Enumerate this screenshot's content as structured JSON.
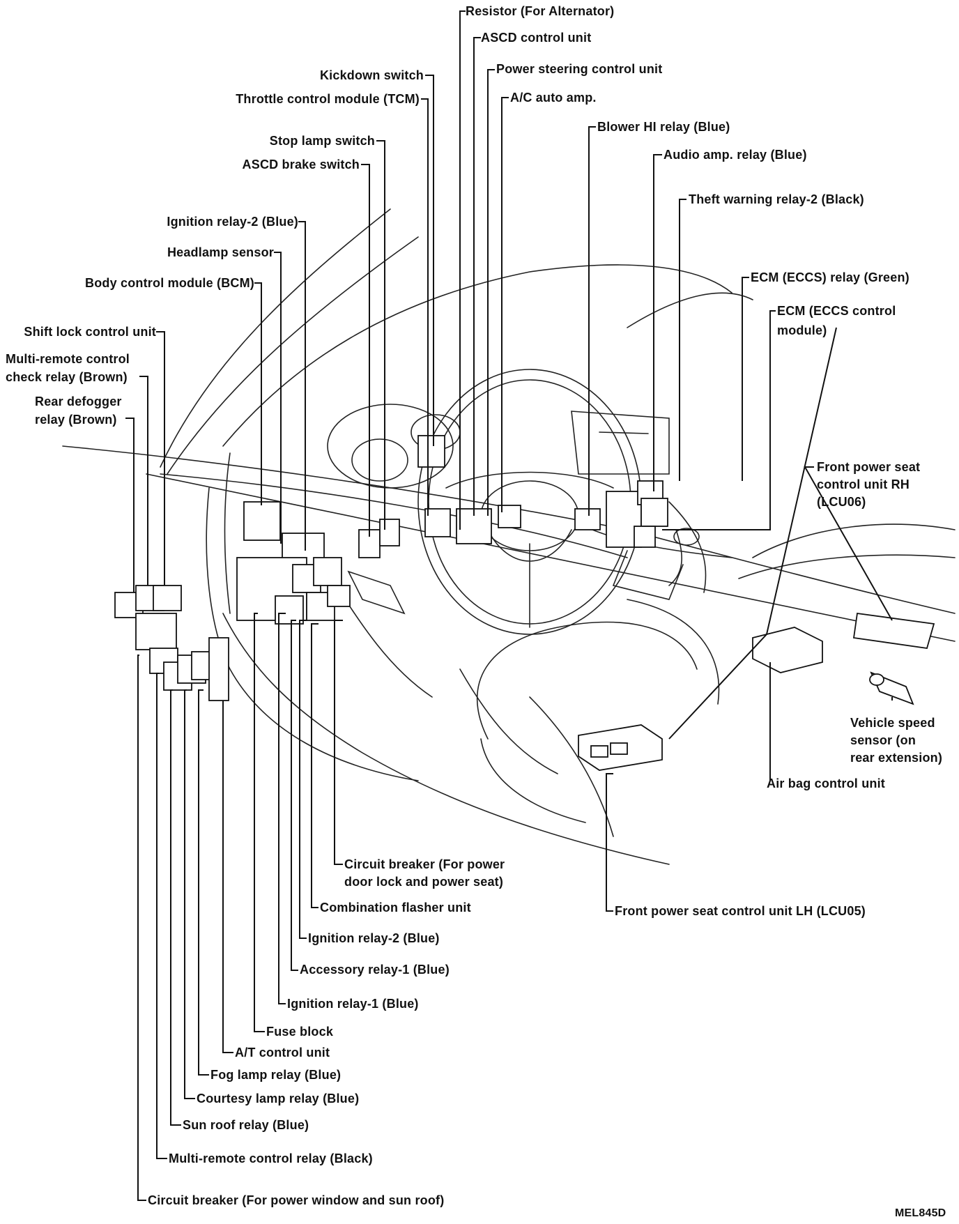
{
  "figure_code": "MEL845D",
  "labels": {
    "resistor_alternator": "Resistor (For Alternator)",
    "ascd_control_unit": "ASCD control unit",
    "power_steering_control_unit": "Power steering control unit",
    "ac_auto_amp": "A/C auto amp.",
    "kickdown_switch": "Kickdown switch",
    "throttle_control_module": "Throttle control module (TCM)",
    "stop_lamp_switch": "Stop lamp switch",
    "ascd_brake_switch": "ASCD brake switch",
    "blower_hi_relay": "Blower HI relay (Blue)",
    "audio_amp_relay": "Audio amp. relay (Blue)",
    "theft_warning_relay_2": "Theft warning relay-2 (Black)",
    "ignition_relay_2_top": "Ignition relay-2 (Blue)",
    "headlamp_sensor": "Headlamp sensor",
    "body_control_module": "Body control module (BCM)",
    "ecm_eccs_relay": "ECM (ECCS) relay (Green)",
    "ecm_eccs_control_module": "ECM (ECCS control\nmodule)",
    "shift_lock_control_unit": "Shift lock control unit",
    "multi_remote_check_relay": "Multi-remote control\ncheck relay (Brown)",
    "rear_defogger_relay": "Rear defogger\nrelay (Brown)",
    "front_power_seat_rh": "Front power seat\ncontrol unit RH\n(LCU06)",
    "vehicle_speed_sensor": "Vehicle speed\nsensor (on\nrear extension)",
    "air_bag_control_unit": "Air bag control unit",
    "circuit_breaker_door_seat": "Circuit breaker (For power\ndoor lock and power seat)",
    "combination_flasher_unit": "Combination flasher unit",
    "ignition_relay_2_bottom": "Ignition relay-2 (Blue)",
    "accessory_relay_1": "Accessory relay-1 (Blue)",
    "ignition_relay_1": "Ignition relay-1 (Blue)",
    "front_power_seat_lh": "Front power seat control unit LH (LCU05)",
    "fuse_block": "Fuse block",
    "at_control_unit": "A/T control unit",
    "fog_lamp_relay": "Fog lamp relay (Blue)",
    "courtesy_lamp_relay": "Courtesy lamp relay (Blue)",
    "sun_roof_relay": "Sun roof relay (Blue)",
    "multi_remote_control_relay": "Multi-remote control relay (Black)",
    "circuit_breaker_window_roof": "Circuit breaker (For power window and sun roof)"
  }
}
